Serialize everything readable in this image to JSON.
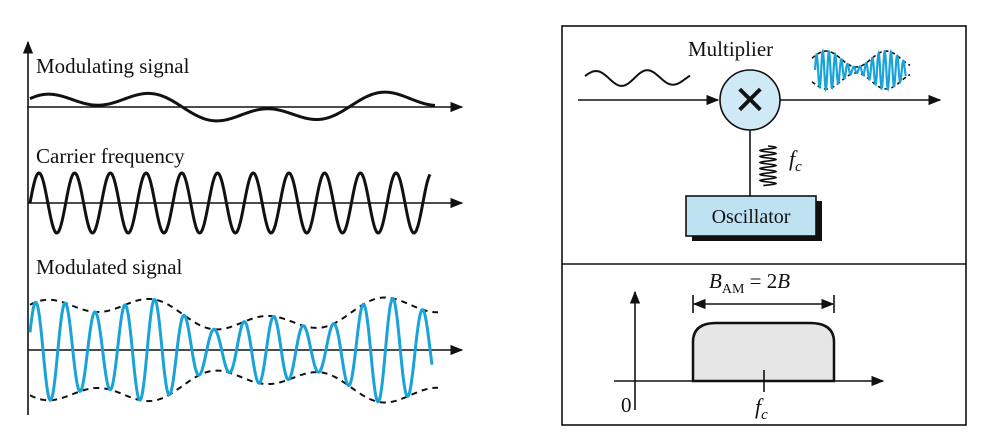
{
  "left": {
    "modulating_label": "Modulating signal",
    "carrier_label": "Carrier frequency",
    "modulated_label": "Modulated signal"
  },
  "right_top": {
    "multiplier_label": "Multiplier",
    "multiplier_symbol": "✕",
    "oscillator_label": "Oscillator",
    "fc_symbol": "f",
    "fc_subscript": "c"
  },
  "right_bottom": {
    "bandwidth_symbol": "B",
    "bandwidth_subscript": "AM",
    "bandwidth_expr": " = 2",
    "bandwidth_var": "B",
    "origin_label": "0",
    "fc_symbol": "f",
    "fc_subscript": "c"
  },
  "colors": {
    "ink": "#111111",
    "signal_blue": "#1aa3d9",
    "multiplier_fill": "#cfe9f6",
    "oscillator_fill": "#bfe2f3",
    "spectrum_fill": "#e6e6e6"
  }
}
